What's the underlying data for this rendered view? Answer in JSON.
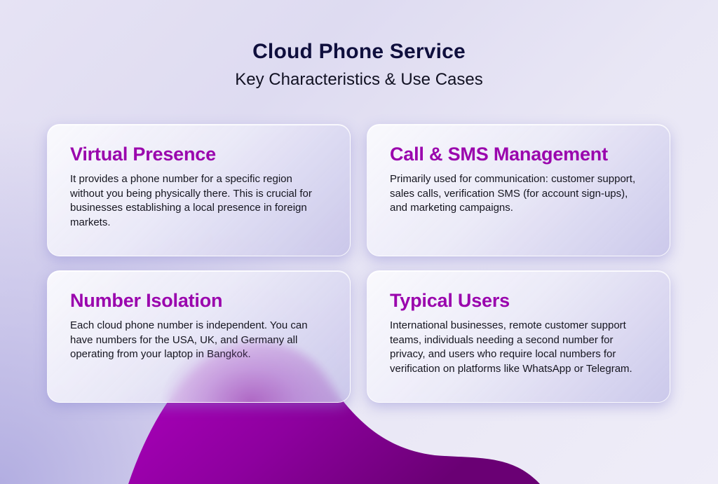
{
  "header": {
    "title": "Cloud Phone Service",
    "subtitle": "Key Characteristics & Use Cases"
  },
  "cards": [
    {
      "title": "Virtual Presence",
      "body": "It provides a phone number for a specific region without you being physically there. This is crucial for businesses establishing a local presence in foreign markets."
    },
    {
      "title": "Call & SMS Management",
      "body": "Primarily used for communication: customer support, sales calls, verification SMS (for account sign-ups), and marketing campaigns."
    },
    {
      "title": "Number Isolation",
      "body": "Each cloud phone number is independent. You can have numbers for the USA, UK, and Germany all operating from your laptop in Bangkok."
    },
    {
      "title": "Typical Users",
      "body": "International businesses, remote customer support teams, individuals needing a second number for privacy, and users who require local numbers for verification on platforms like WhatsApp or Telegram."
    }
  ],
  "colors": {
    "title": "#0f0f3d",
    "accent": "#9a05ad",
    "blob_start": "#ad00bd",
    "blob_end": "#6e0078",
    "background": "#e6e3f4"
  }
}
